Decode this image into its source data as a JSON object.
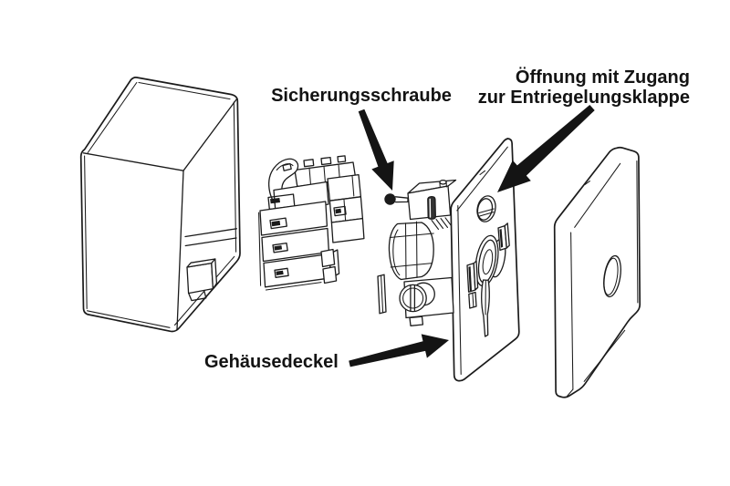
{
  "figure": {
    "type": "exploded-view-technical-diagram",
    "background_color": "#ffffff",
    "line_color": "#1b1b1b",
    "arrow_color": "#141414",
    "labels": {
      "securing_screw": "Sicherungsschraube",
      "opening_line1": "Öffnung mit Zugang",
      "opening_line2": "zur Entriegelungsklappe",
      "housing_cover": "Gehäusedeckel"
    },
    "parts": [
      "housing-box",
      "inner-mechanism",
      "housing-cover-plate",
      "securing-screw-assembly",
      "release-flap-opening",
      "socket-opening",
      "outer-cover-plate"
    ]
  }
}
